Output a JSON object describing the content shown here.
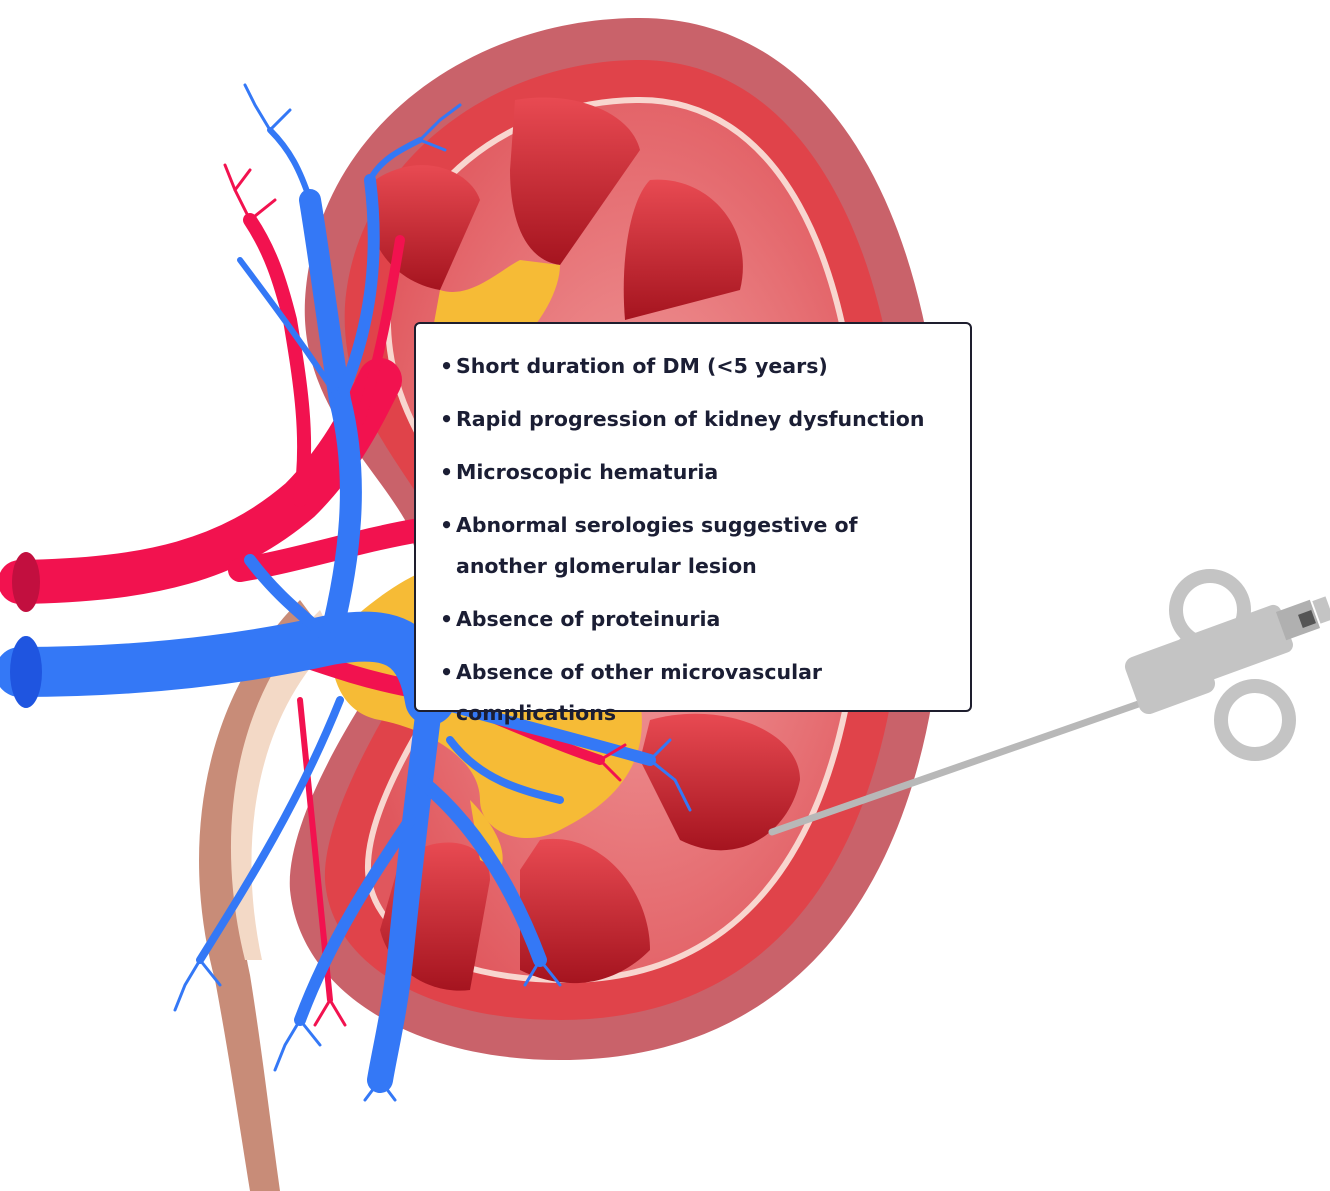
{
  "criteria_box": {
    "items": [
      "Short duration of DM (<5 years)",
      "Rapid progression of kidney dysfunction",
      "Microscopic hematuria",
      "Abnormal serologies suggestive of another glomerular lesion",
      "Absence of proteinuria",
      "Absence of other microvascular complications"
    ]
  },
  "colors": {
    "cortex_outer": "#c9626a",
    "cortex_inner": "#e0434a",
    "medulla_pale": "#ec8a8c",
    "pyramid": "#c8202c",
    "pelvis": "#f6bb36",
    "artery": "#f2124f",
    "vein": "#3478f6",
    "ureter": "#c88c78",
    "needle": "#c4c4c4"
  }
}
